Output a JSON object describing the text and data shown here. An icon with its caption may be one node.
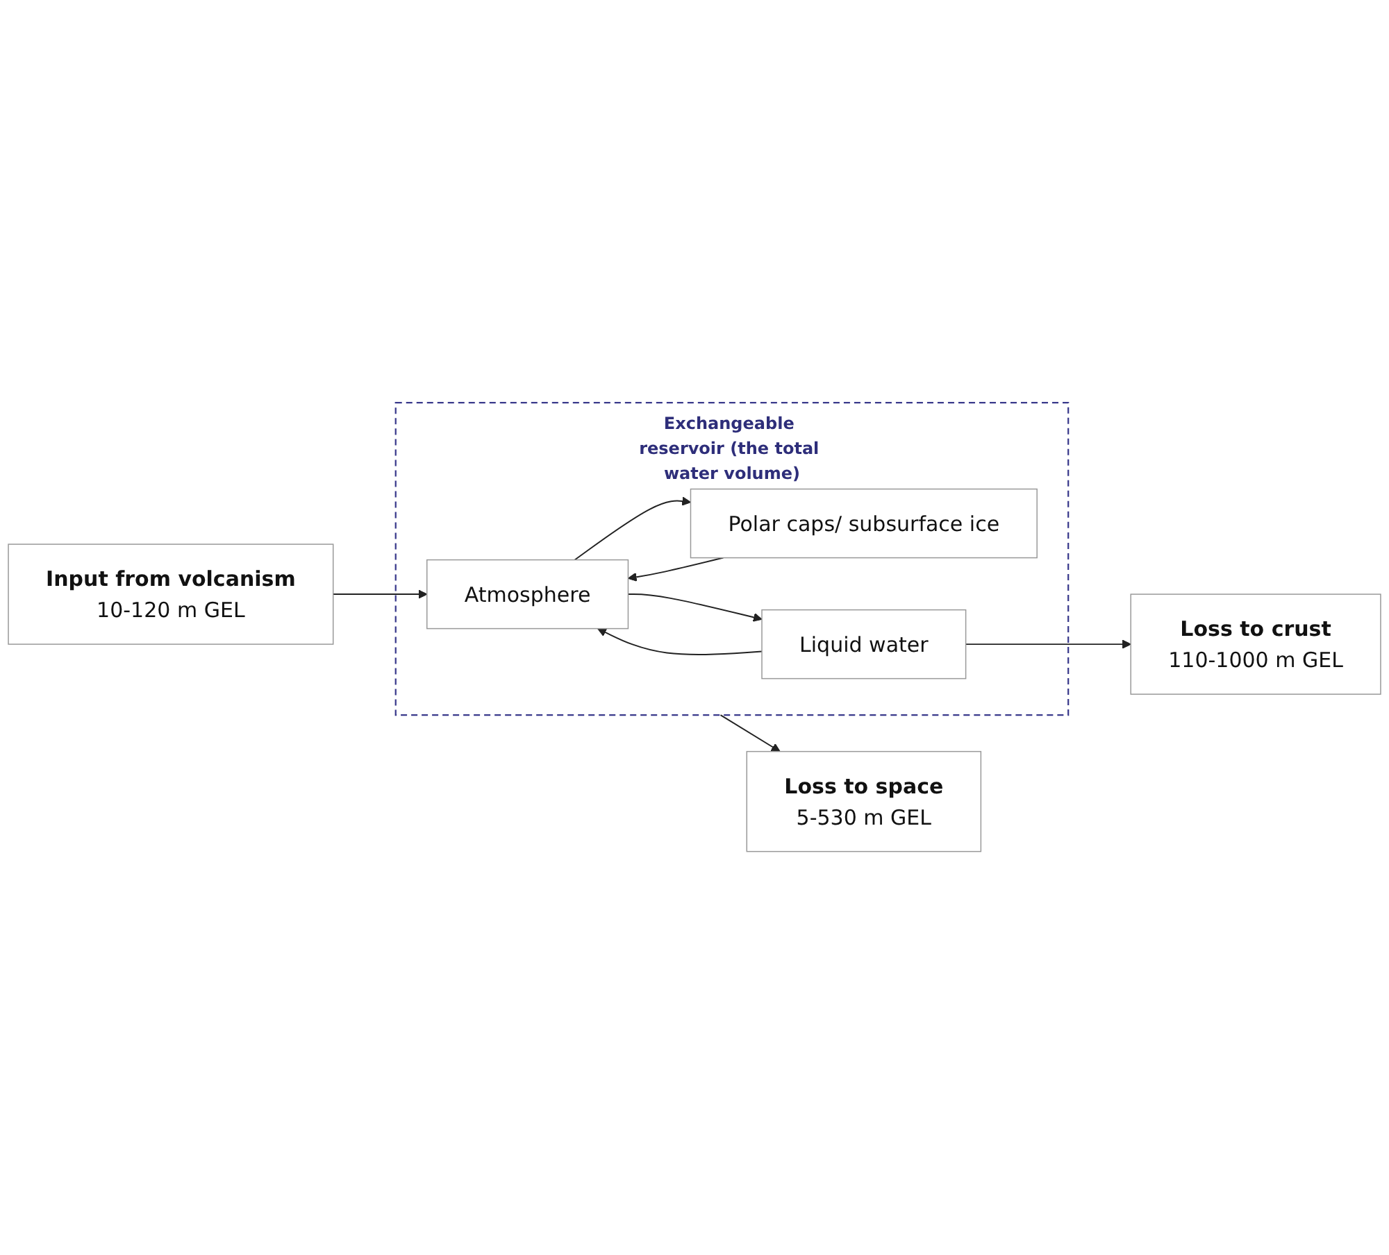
{
  "diagram": {
    "nodes": [
      {
        "text": [
          "Loss to space",
          "5-530 m GEL"
        ]
      },
      {
        "text": [
          "Input from volcanism",
          "10-120 m GEL"
        ]
      },
      {
        "text": [
          "Exchangeable reservoir (the total water volume)"
        ]
      },
      {
        "text": [
          "Atmosphere"
        ],
        "in": 2
      },
      {
        "text": [
          "Polar caps/ subsurface ice"
        ],
        "in": 2
      },
      {
        "text": [
          "Liquid water"
        ],
        "in": 2
      },
      {
        "text": [
          "Loss to crust",
          "110-1000 m GEL"
        ]
      }
    ],
    "edges": [
      {
        "from": 2,
        "to": 0,
        "arrow": "to"
      },
      {
        "from": 1,
        "to": 3,
        "arrow": "to"
      },
      {
        "from": 4,
        "to": 3,
        "arrow": "to"
      },
      {
        "from": 3,
        "to": 4,
        "arrow": "to"
      },
      {
        "from": 3,
        "to": 5,
        "arrow": "to"
      },
      {
        "from": 5,
        "to": 3,
        "arrow": "to"
      },
      {
        "from": 5,
        "to": 6,
        "arrow": "to"
      }
    ]
  }
}
